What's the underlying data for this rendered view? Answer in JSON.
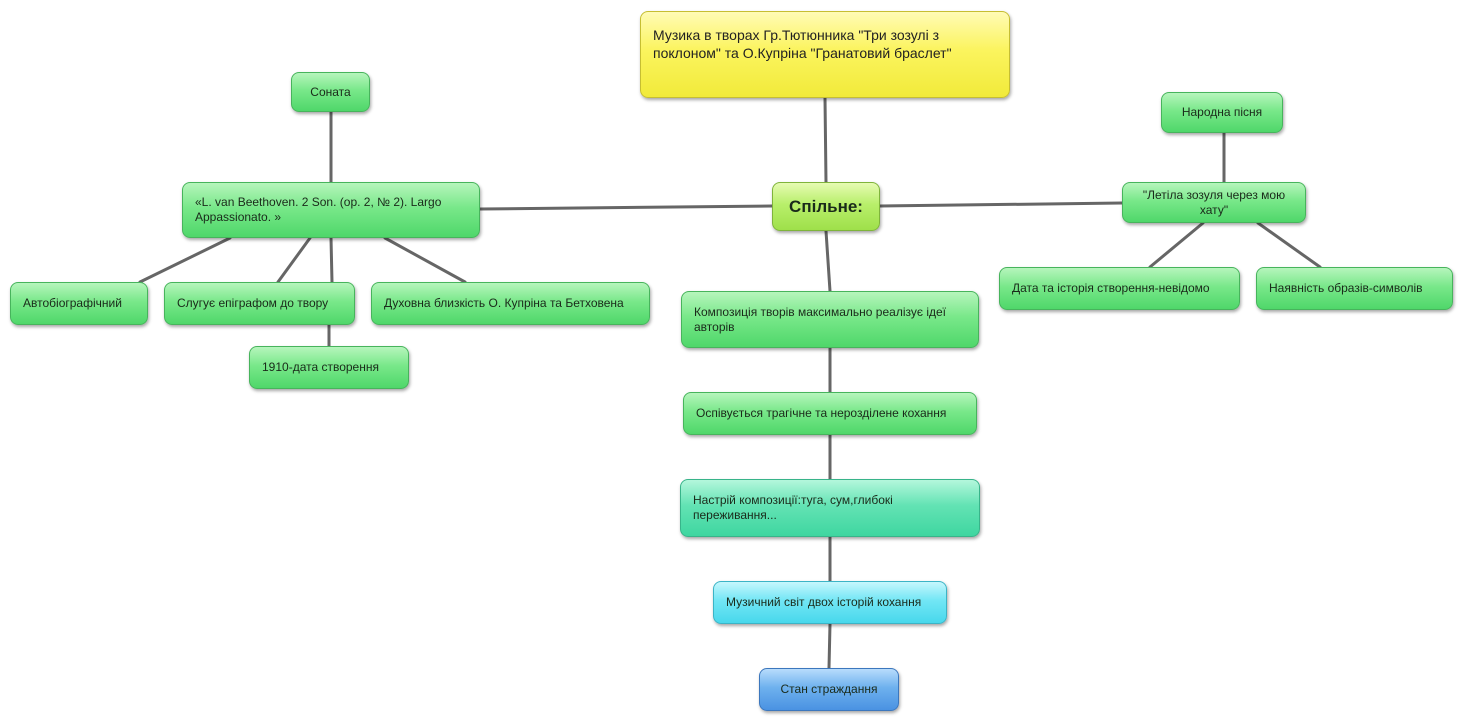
{
  "nodes": {
    "title": "Музика в творах Гр.Тютюнника \"Три зозулі з поклоном\" та О.Купріна  \"Гранатовий браслет\"",
    "hub": "Спільне:",
    "sonata": "Соната",
    "beethoven": "«L. van Beethoven. 2 Son. (op. 2, № 2). Largo Appassionato. »",
    "autobio": "Автобіографічний",
    "epigraph": "Слугує епіграфом до твору",
    "spiritual": "Духовна близкість О. Купріна та Бетховена",
    "date1910": "1910-дата створення",
    "folk_song": "Народна пісня",
    "cuckoo_song": "\"Летіла зозуля через мою хату\"",
    "date_unknown": "Дата та історія створення-невідомо",
    "symbols": "Наявність образів-символів",
    "composition": "Композиція творів максимально реалізує ідеї авторів",
    "tragic_love": "Оспівується трагічне та нерозділене кохання",
    "mood": "Настрій композиції:туга, сум,глибокі переживання...",
    "music_world": "Музичний світ двох історій кохання",
    "suffering": "Стан страждання"
  },
  "colors": {
    "node_green": "#79e88a",
    "hub_lime": "#b8ef6b",
    "title_yellow": "#fbf45e",
    "teal": "#63e3b4",
    "cyan": "#72e6f5",
    "blue": "#6eb1ee",
    "connector": "#666666"
  }
}
